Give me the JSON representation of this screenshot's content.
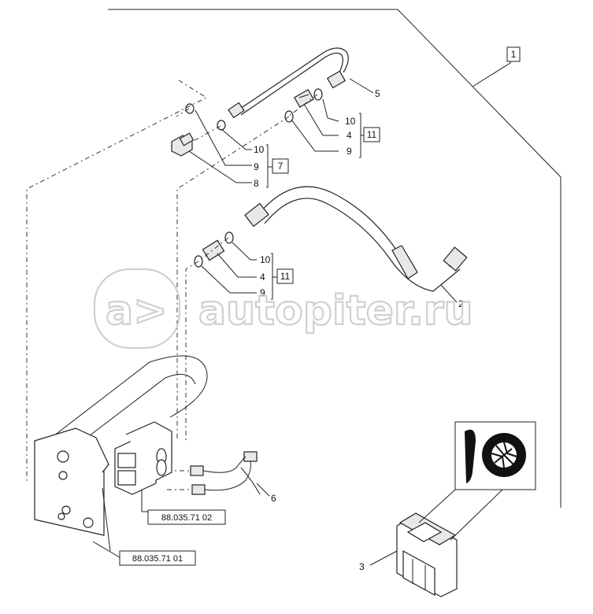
{
  "watermark": {
    "text": "autopiter.ru",
    "icon_text": "a>"
  },
  "callouts": {
    "c1": "1",
    "c2": "2",
    "c3": "3",
    "c5": "5",
    "c6": "6",
    "c8": "8",
    "group_upper_left": {
      "n10": "10",
      "n9": "9",
      "n8": "8",
      "box": "7"
    },
    "group_upper_right": {
      "n10": "10",
      "n4": "4",
      "n9": "9",
      "box": "11"
    },
    "group_middle": {
      "n10": "10",
      "n4": "4",
      "n9": "9",
      "box": "11"
    }
  },
  "references": {
    "ref_upper": "88.035.71 02",
    "ref_lower": "88.035.71 01"
  },
  "colors": {
    "line": "#222222",
    "watermark_stroke": "#c8c8c8"
  }
}
